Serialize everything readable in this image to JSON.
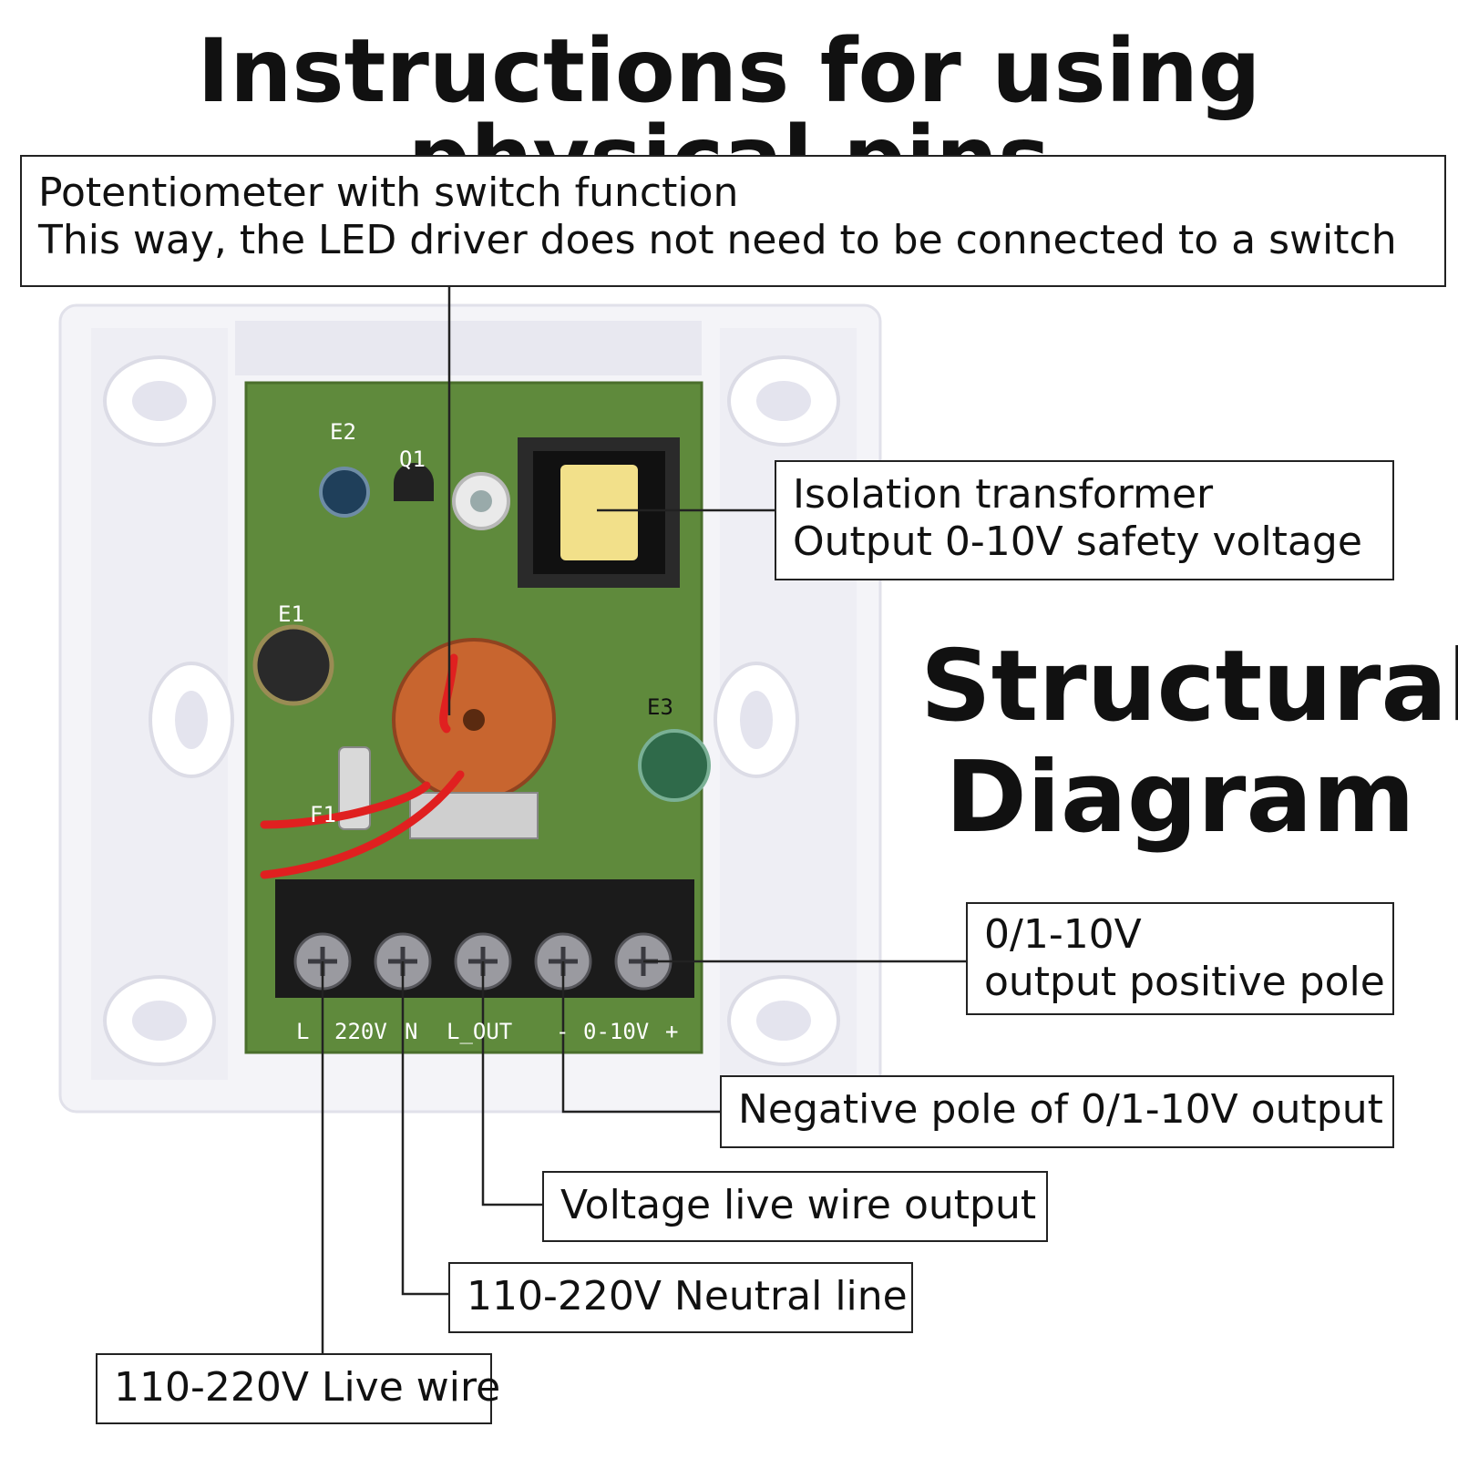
{
  "title": "Instructions for using physical pins",
  "side_heading": {
    "line1": "Structural",
    "line2": "Diagram"
  },
  "callouts": {
    "potentiometer": {
      "line1": "Potentiometer with switch function",
      "line2": "This way, the LED driver does not need to be connected to a switch"
    },
    "transformer": {
      "line1": "Isolation transformer",
      "line2": "Output 0-10V safety voltage"
    },
    "positive": {
      "line1": "0/1-10V",
      "line2": "output positive pole"
    },
    "negative": {
      "line1": "Negative pole of 0/1-10V output"
    },
    "live_out": {
      "line1": "Voltage live wire output"
    },
    "neutral": {
      "line1": "110-220V Neutral line"
    },
    "live": {
      "line1": "110-220V Live wire"
    }
  },
  "terminal_labels": {
    "l": "L",
    "v220": "220V",
    "n": "N",
    "l_out": "L_OUT",
    "minus": "-",
    "range": "0-10V",
    "plus": "+"
  },
  "component_labels": {
    "e1": "E1",
    "e2": "E2",
    "e3": "E3",
    "q1": "Q1",
    "f1": "F1"
  },
  "colors": {
    "pcb": "#5f8a3c",
    "plate": "#f4f4f8",
    "terminal": "#1b1b1b",
    "wire": "#e02020",
    "potentiometer": "#c8652f",
    "coil": "#f2e08a"
  }
}
